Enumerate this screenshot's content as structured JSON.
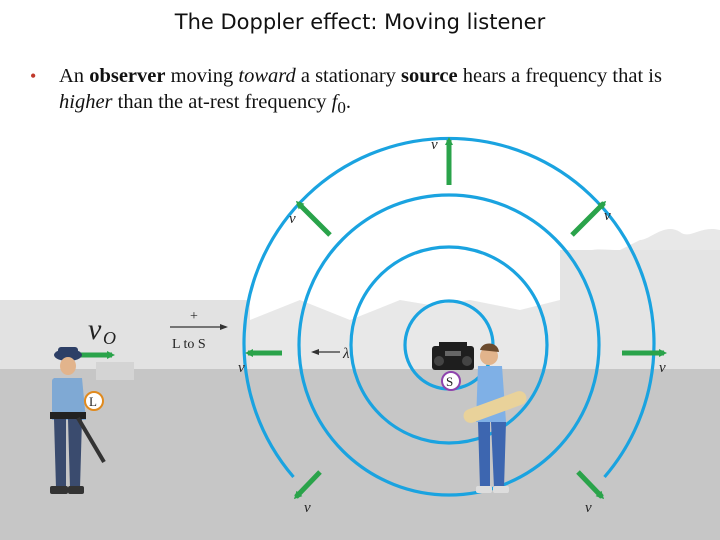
{
  "slide": {
    "title": "The Doppler effect: Moving listener",
    "bullet": {
      "p1": "An ",
      "b1": "observer",
      "p2": " moving ",
      "i1": "toward",
      "p3": " a stationary ",
      "b2": "source",
      "p4": " hears a frequency that is ",
      "i2": "higher",
      "p5": " than the at-rest frequency ",
      "f": "f",
      "sub": "0",
      "end": "."
    }
  },
  "figure": {
    "wave_speed_label": "v",
    "observer_velocity_label": "v",
    "observer_velocity_subscript": "O",
    "direction_sign": "+",
    "direction_label": "L to S",
    "wavelength_label": "λ",
    "listener_tag": "L",
    "source_tag": "S",
    "colors": {
      "wavefront": "#1aa3e0",
      "arrow": "#2aa34a",
      "ground": "#c6c6c6",
      "background_scenery": "#e6e6e6",
      "source_tag_ring": "#8e44ad",
      "listener_tag_ring": "#e08a1e"
    }
  }
}
